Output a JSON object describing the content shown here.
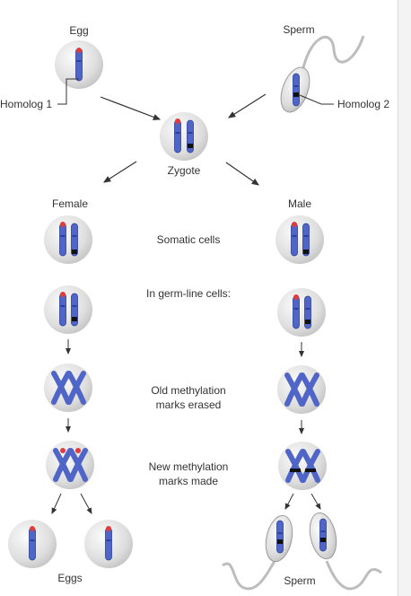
{
  "labels": {
    "egg": "Egg",
    "sperm_top": "Sperm",
    "homolog1": "Homolog 1",
    "homolog2": "Homolog 2",
    "zygote": "Zygote",
    "female": "Female",
    "male": "Male",
    "somatic": "Somatic cells",
    "germline": "In germ-line cells:",
    "erased_1": "Old methylation",
    "erased_2": "marks erased",
    "new_1": "New methylation",
    "new_2": "marks made",
    "eggs": "Eggs",
    "sperm_bottom": "Sperm"
  },
  "colors": {
    "chromosome": "#4f66c8",
    "chromosome_outline": "#2d3f96",
    "cell": "#e2e2e2",
    "methyl_mark": "#e23b3b",
    "imprint_band": "#111111",
    "arrow": "#333333"
  }
}
